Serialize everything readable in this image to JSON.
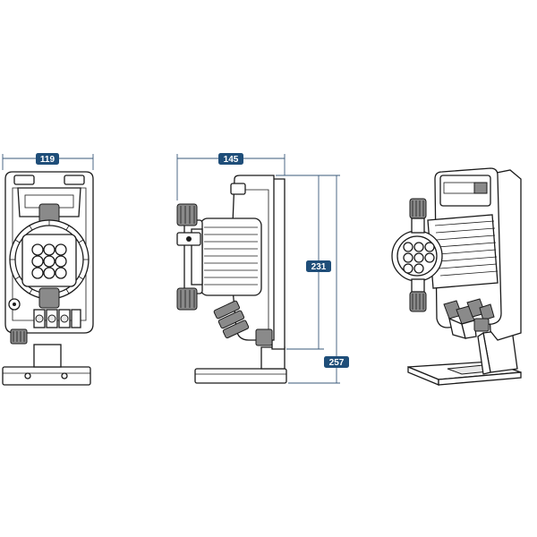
{
  "dimensions": {
    "width_front": "119",
    "depth_side": "145",
    "height_body": "231",
    "height_total": "257"
  },
  "colors": {
    "badge": "#1f4e79",
    "badge_text": "#ffffff",
    "line": "#1a1a1a",
    "dimension_line": "#3a5a7a"
  }
}
